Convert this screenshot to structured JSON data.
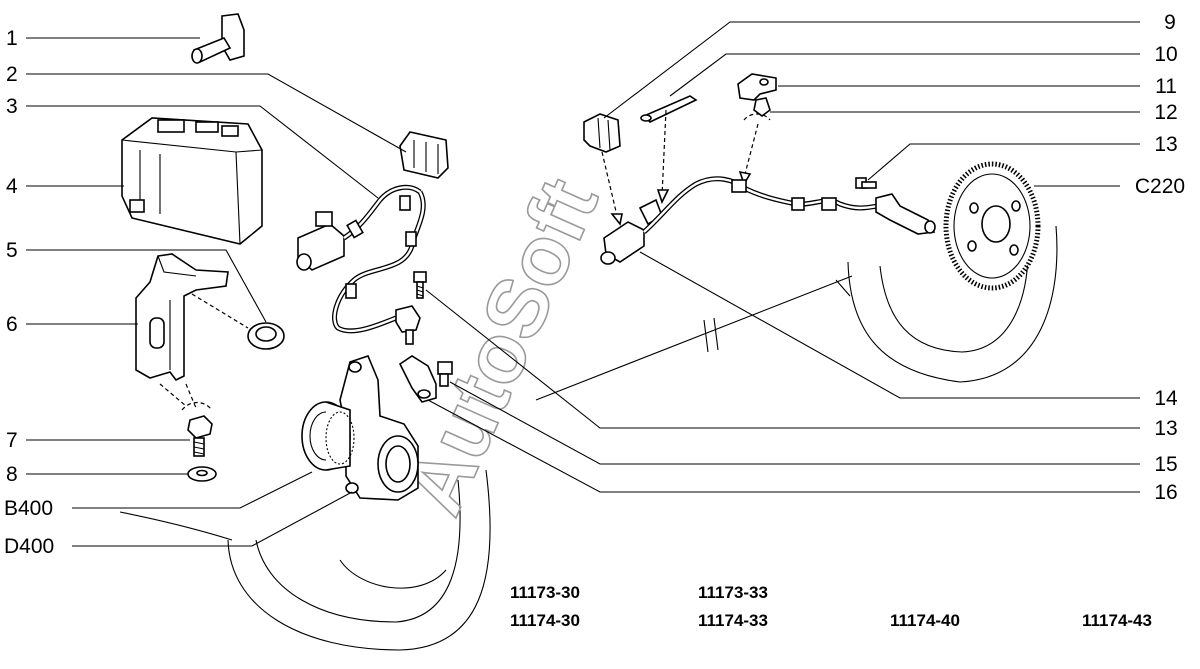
{
  "diagram": {
    "watermark": "AutoSoft",
    "callouts": {
      "c1": "1",
      "c2": "2",
      "c3": "3",
      "c4": "4",
      "c5": "5",
      "c6": "6",
      "c7": "7",
      "c8": "8",
      "b400": "B400",
      "d400": "D400",
      "c9": "9",
      "c10": "10",
      "c11": "11",
      "c12": "12",
      "c13a": "13",
      "c220": "C220",
      "c14": "14",
      "c13b": "13",
      "c15": "15",
      "c16": "16"
    },
    "models": {
      "m1": "11173-30",
      "m2": "11173-33",
      "m3": "11174-30",
      "m4": "11174-33",
      "m5": "11174-40",
      "m6": "11174-43"
    }
  }
}
